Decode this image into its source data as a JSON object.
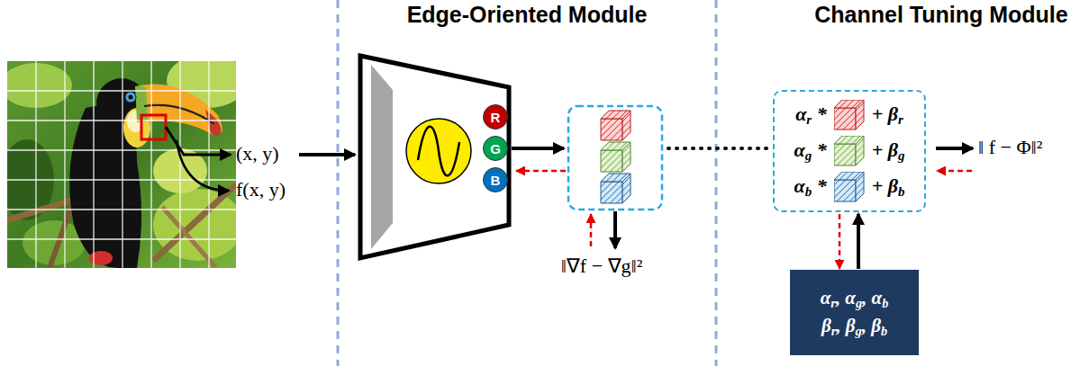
{
  "diagram": {
    "nodes": [
      {
        "text": [
          "R"
        ]
      },
      {
        "text": [
          "G"
        ]
      },
      {
        "text": [
          "B"
        ]
      },
      {
        "text": [
          "αr *",
          "+ βr",
          "αg *",
          "+ βg",
          "αb *",
          "+ βb"
        ]
      },
      {
        "text": [
          "αr, αg, αb",
          "βr, βg, βb"
        ]
      }
    ],
    "edges": [
      {
        "from": 4,
        "to": 3,
        "arrow": "to"
      },
      {
        "from": 3,
        "to": 4,
        "arrow": "to"
      }
    ],
    "labels": [
      "Edge-Oriented Module",
      "Channel Tuning Module",
      "(x, y)",
      "f(x, y)",
      "‖∇f − ∇g‖²",
      "‖ f − Φ‖²"
    ]
  }
}
